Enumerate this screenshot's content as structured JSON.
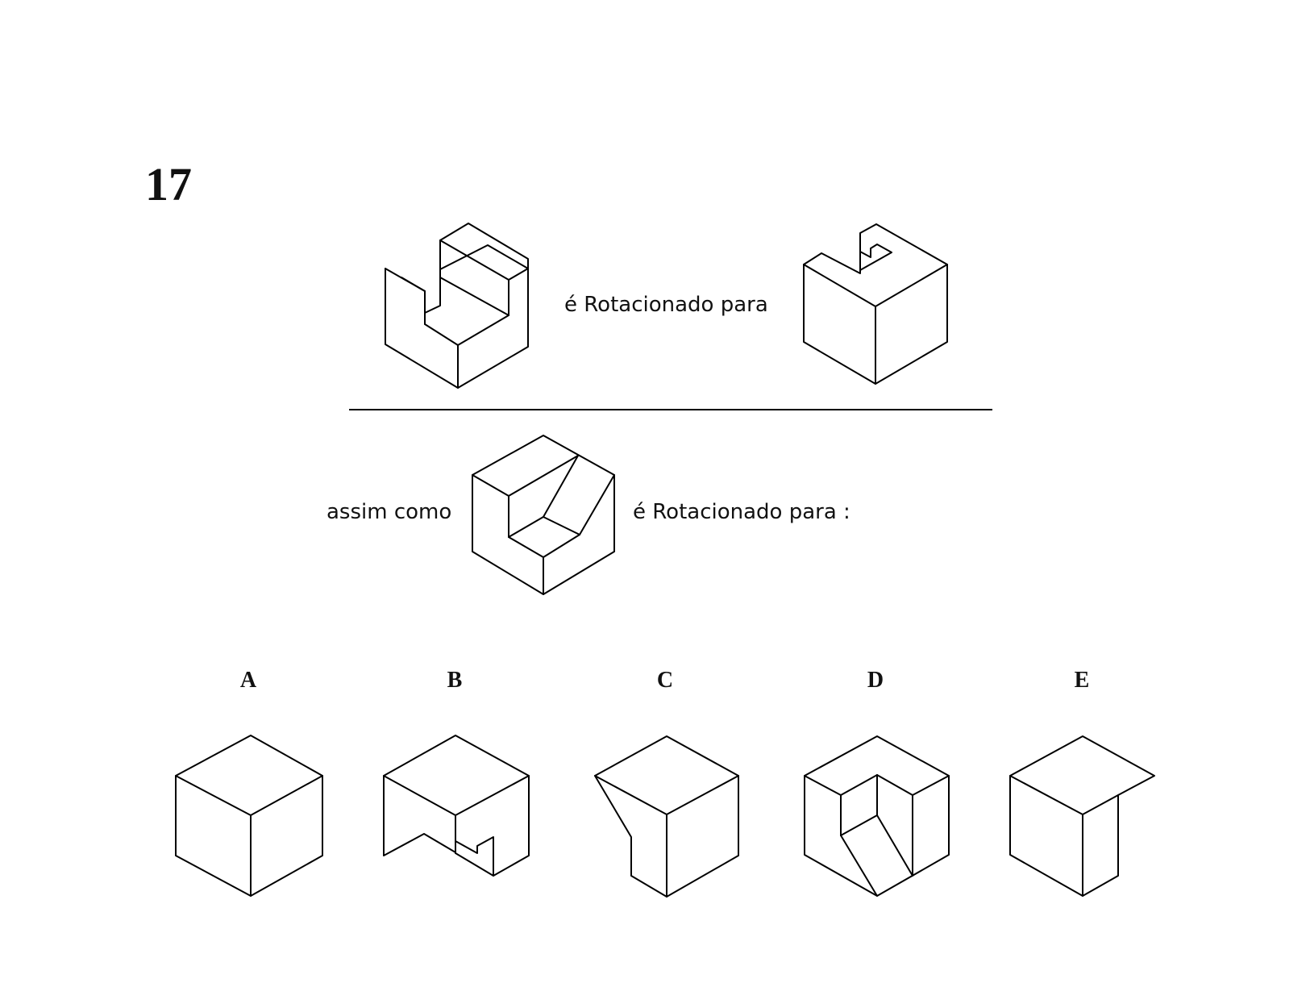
{
  "question": {
    "number": "17"
  },
  "prompt": {
    "phrase_1": "é Rotacionado para",
    "phrase_2": "assim como",
    "phrase_3": "é Rotacionado para :"
  },
  "options": [
    {
      "letter": "A"
    },
    {
      "letter": "B"
    },
    {
      "letter": "C"
    },
    {
      "letter": "D"
    },
    {
      "letter": "E"
    }
  ]
}
